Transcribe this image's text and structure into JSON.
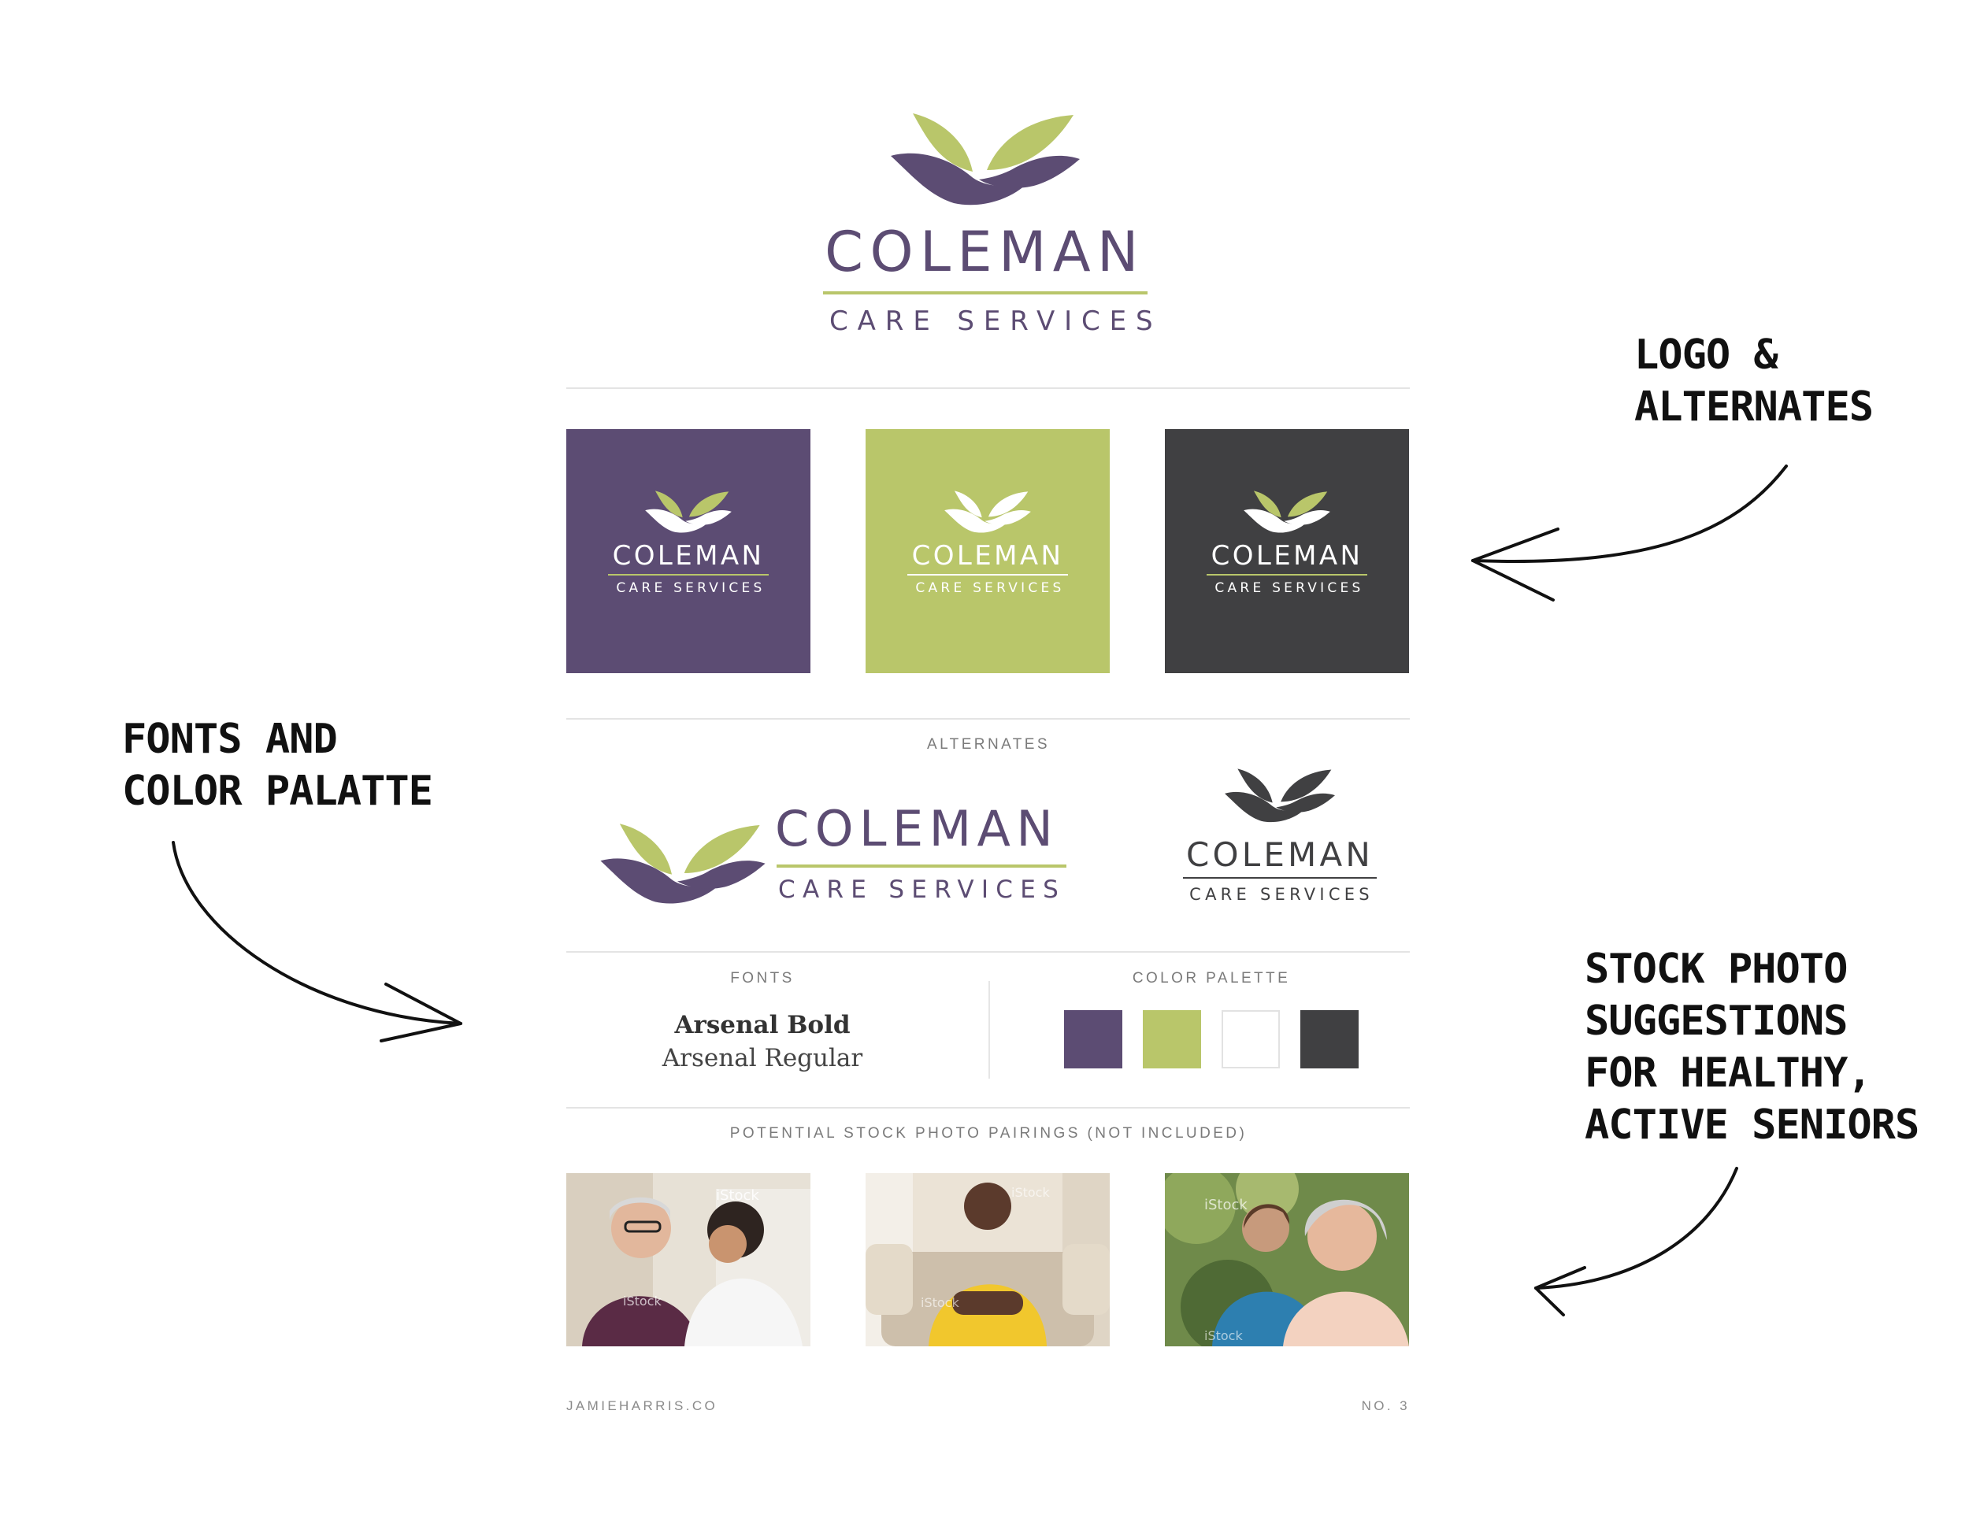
{
  "colors": {
    "purple": "#5c4c73",
    "green": "#b9c66a",
    "charcoal": "#404042",
    "white": "#ffffff"
  },
  "logo": {
    "icon": "leaf-hands-icon",
    "wordmark": "COLEMAN",
    "tagline": "CARE SERVICES"
  },
  "tiles": [
    {
      "background": "purple"
    },
    {
      "background": "green"
    },
    {
      "background": "charcoal"
    }
  ],
  "alternates": {
    "label": "ALTERNATES"
  },
  "fonts": {
    "label": "FONTS",
    "primary": "Arsenal Bold",
    "secondary": "Arsenal Regular"
  },
  "palette": {
    "label": "COLOR PALETTE",
    "swatches": [
      "#5c4c73",
      "#b9c66a",
      "#ffffff",
      "#404042"
    ]
  },
  "photos": {
    "label": "POTENTIAL STOCK PHOTO PAIRINGS (NOT INCLUDED)",
    "watermark": "iStock"
  },
  "footer": {
    "site": "JAMIEHARRIS.CO",
    "page": "NO. 3"
  },
  "annotations": {
    "logo": [
      "LOGO &",
      "ALTERNATES"
    ],
    "fonts": [
      "FONTS AND",
      "COLOR PALATTE"
    ],
    "stock": [
      "STOCK PHOTO",
      "SUGGESTIONS",
      "FOR HEALTHY,",
      "ACTIVE SENIORS"
    ]
  }
}
